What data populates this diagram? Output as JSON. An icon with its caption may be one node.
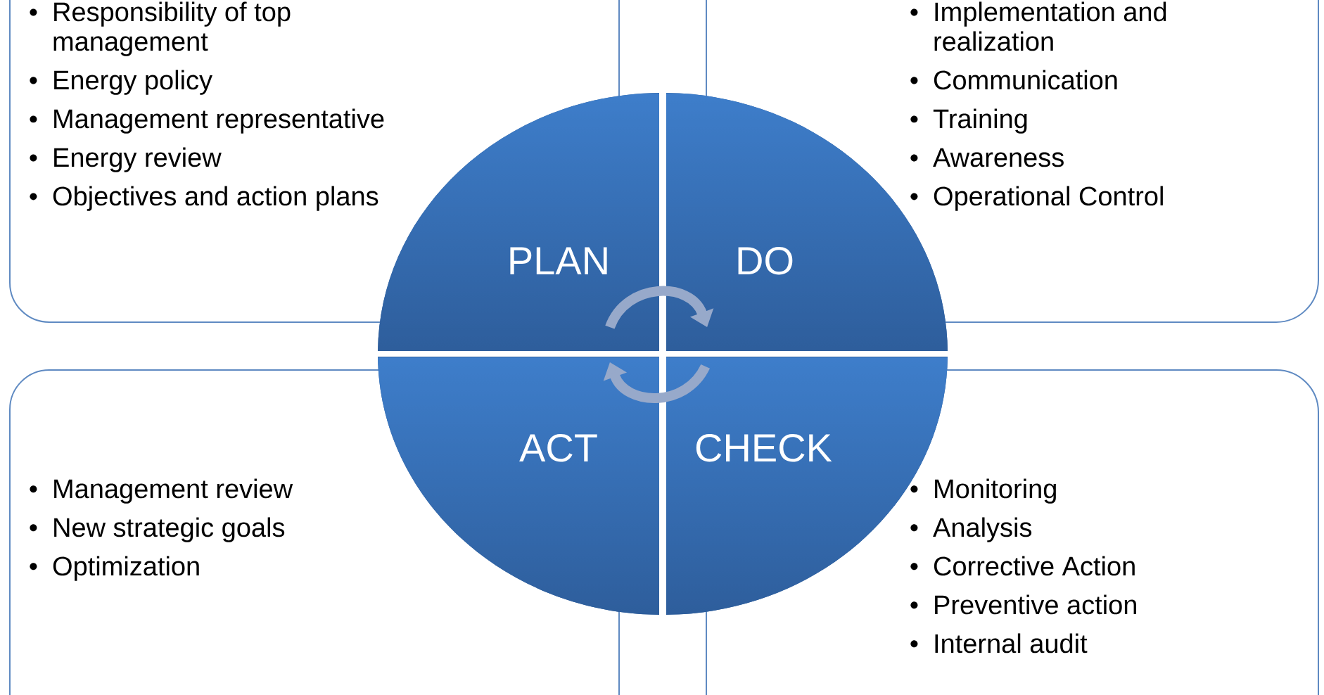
{
  "diagram": {
    "nodes": [
      {
        "text": [
          "Responsibility of top management",
          "Energy policy",
          "Management representative",
          "Energy review",
          "Objectives and action plans"
        ]
      },
      {
        "text": [
          "Implementation and realization",
          "Communication",
          "Training",
          "Awareness",
          "Operational Control"
        ]
      },
      {
        "text": [
          "PLAN"
        ]
      },
      {
        "text": [
          "DO"
        ]
      },
      {
        "text": [
          "ACT"
        ]
      },
      {
        "text": [
          "CHECK"
        ]
      },
      {
        "text": [
          "Management review",
          "New strategic goals",
          "Optimization"
        ]
      },
      {
        "text": [
          "Monitoring",
          "Analysis",
          "Corrective Action",
          "Preventive action",
          "Internal audit"
        ]
      }
    ],
    "edges": [
      {
        "from": 2,
        "to": 3,
        "arrow": "to"
      },
      {
        "from": 5,
        "to": 4,
        "arrow": "to"
      }
    ]
  }
}
